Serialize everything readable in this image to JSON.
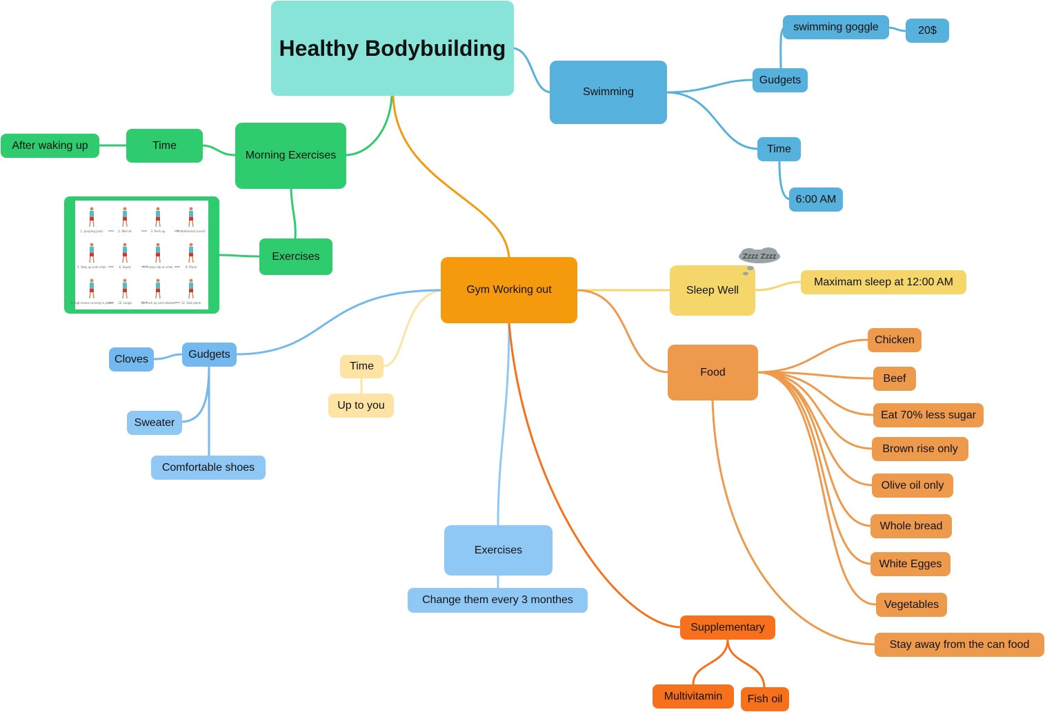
{
  "colors": {
    "root": "#88e3d8",
    "swimming": "#56b2dc",
    "morning": "#2ecb6f",
    "gym": "#f59a0d",
    "sleep": "#f5d66b",
    "time": "#fde4a4",
    "gadgets": "#73b8ef",
    "exercises": "#90c8f5",
    "food": "#ee9a4d",
    "supplementary": "#f7711c"
  },
  "root": {
    "label": "Healthy Bodybuilding"
  },
  "swimming": {
    "label": "Swimming",
    "gadgets": {
      "label": "Gudgets",
      "item": "swimming goggle",
      "price": "20$"
    },
    "time": {
      "label": "Time",
      "value": "6:00 AM"
    }
  },
  "morning": {
    "label": "Morning Exercises",
    "time": {
      "label": "Time",
      "value": "After waking up"
    },
    "exercises": {
      "label": "Exercises",
      "captions": [
        "1. Jumping jacks",
        "2. Wall sit",
        "3. Push up",
        "4. Abdominal crunch",
        "5. Step up onto chair",
        "6. Squat",
        "7. Triceps dip on chair",
        "8. Plank",
        "9. High knees running in place",
        "10. Lunge",
        "11. Push up and rotation",
        "12. Side plank"
      ]
    }
  },
  "gym": {
    "label": "Gym Working out",
    "sleep": {
      "label": "Sleep Well",
      "cloud": "Zzzz Zzzz",
      "value": "Maximam sleep at 12:00 AM"
    },
    "time": {
      "label": "Time",
      "value": "Up to you"
    },
    "gadgets": {
      "label": "Gudgets",
      "items": [
        "Cloves",
        "Sweater",
        "Comfortable shoes"
      ]
    },
    "exercises": {
      "label": "Exercises",
      "value": "Change them every 3 monthes"
    },
    "food": {
      "label": "Food",
      "items": [
        "Chicken",
        "Beef",
        "Eat 70% less sugar",
        "Brown rise only",
        "Olive oil only",
        "Whole bread",
        "White Egges",
        "Vegetables",
        "Stay away from the can food"
      ]
    },
    "supplementary": {
      "label": "Supplementary",
      "items": [
        "Multivitamin",
        "Fish oil"
      ]
    }
  }
}
